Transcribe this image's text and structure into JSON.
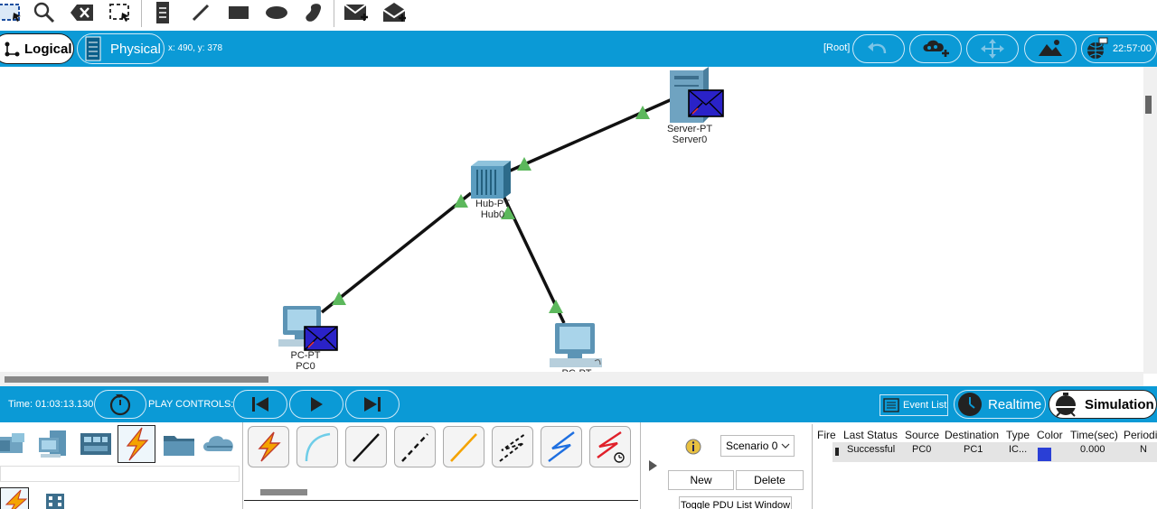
{
  "toolbar": {
    "icons": [
      "select-icon",
      "inspect-icon",
      "delete-icon",
      "resize-icon",
      "note-icon",
      "line-icon",
      "rectangle-icon",
      "ellipse-icon",
      "freeform-icon",
      "simple-pdu-icon",
      "complex-pdu-icon"
    ]
  },
  "modebar": {
    "logical_label": "Logical",
    "physical_label": "Physical",
    "coords": "x: 490, y: 378",
    "root_label": "[Root]",
    "clock": "22:57:00"
  },
  "devices": {
    "server": {
      "type": "Server-PT",
      "name": "Server0"
    },
    "hub": {
      "type": "Hub-PT",
      "name": "Hub0"
    },
    "pc0": {
      "type": "PC-PT",
      "name": "PC0"
    },
    "pc1": {
      "type": "PC-PT"
    }
  },
  "botbar": {
    "time": "Time: 01:03:13.130",
    "play_controls": "PLAY CONTROLS:",
    "event_list": "Event List",
    "realtime": "Realtime",
    "simulation": "Simulation"
  },
  "scenario": {
    "selected": "Scenario 0",
    "new_label": "New",
    "delete_label": "Delete",
    "toggle_label": "Toggle PDU List Window"
  },
  "pdu_table": {
    "headers": [
      "Fire",
      "Last Status",
      "Source",
      "Destination",
      "Type",
      "Color",
      "Time(sec)",
      "Periodic"
    ],
    "rows": [
      {
        "fire": "",
        "status": "Successful",
        "source": "PC0",
        "destination": "PC1",
        "type": "IC...",
        "color": "#2a3fd6",
        "time": "0.000",
        "periodic": "N"
      }
    ]
  },
  "colors": {
    "accent": "#0b9ad6",
    "link_up": "#5cb85c",
    "pdu": "#2a22c8"
  }
}
